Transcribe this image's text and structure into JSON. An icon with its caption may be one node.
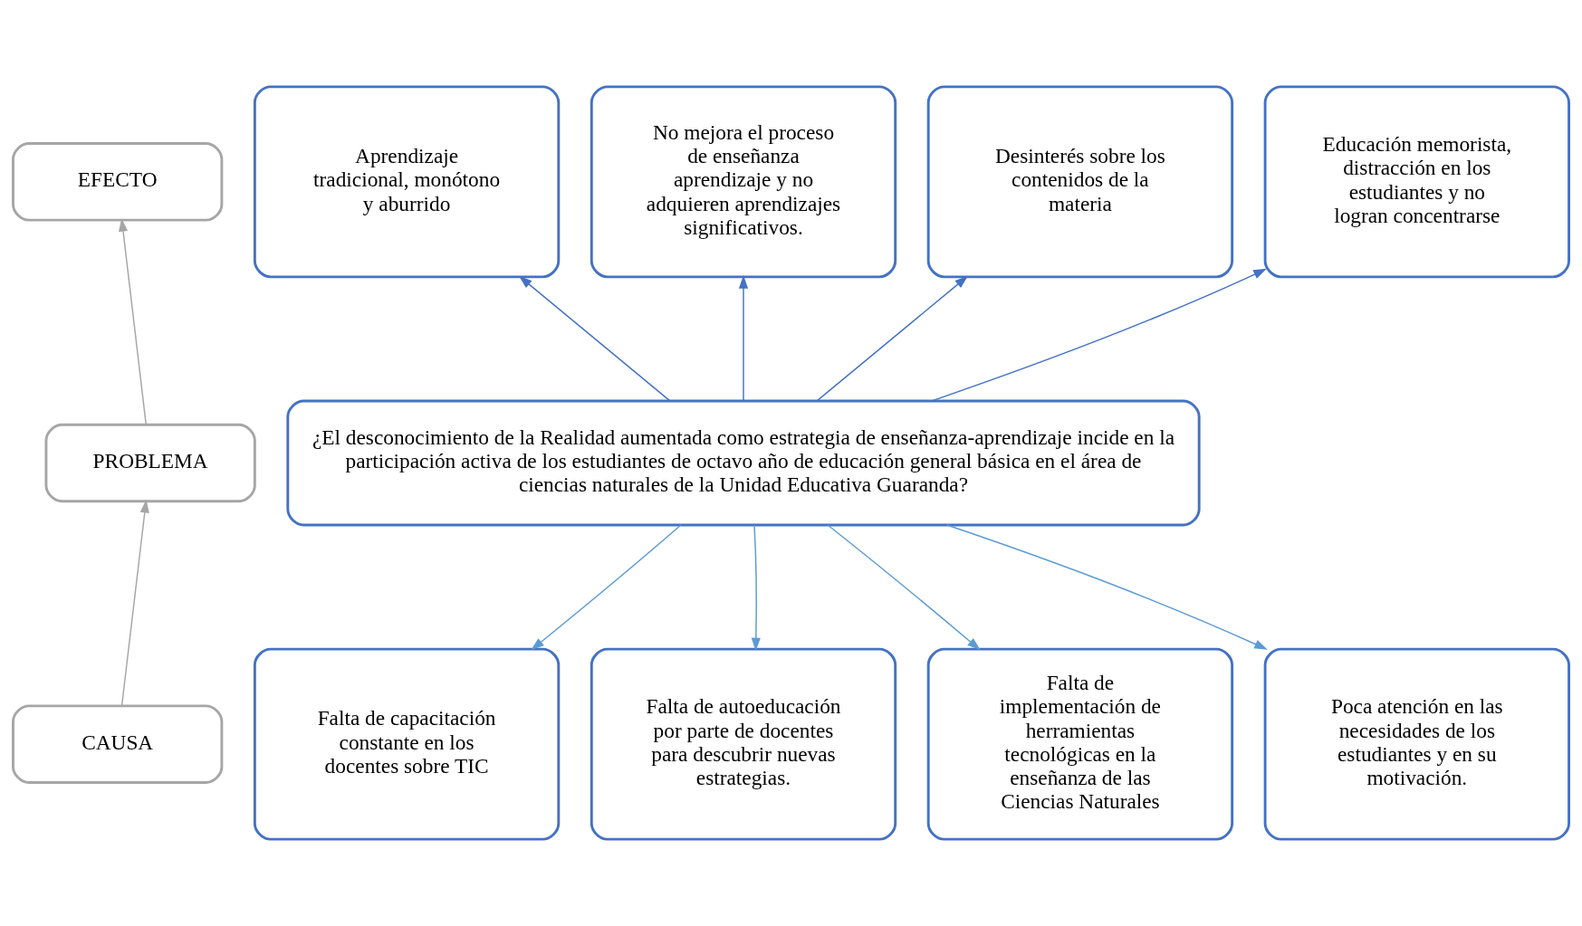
{
  "diagram": {
    "nodes": [
      {
        "text": [
          "EFECTO"
        ]
      },
      {
        "text": [
          "PROBLEMA"
        ]
      },
      {
        "text": [
          "CAUSA"
        ]
      },
      {
        "text": [
          "Aprendizaje tradicional, monótono y aburrido"
        ]
      },
      {
        "text": [
          "No mejora el proceso de enseñanza aprendizaje y no adquieren aprendizajes significativos."
        ]
      },
      {
        "text": [
          "Desinterés sobre los contenidos de la materia"
        ]
      },
      {
        "text": [
          "Educación memorista, distracción en los estudiantes y no logran concentrarse"
        ]
      },
      {
        "text": [
          "¿El desconocimiento de la Realidad aumentada como estrategia de enseñanza-aprendizaje incide en la participación activa de los estudiantes de octavo año de educación general básica en el área de ciencias naturales de la Unidad Educativa Guaranda?"
        ]
      },
      {
        "text": [
          "Falta de capacitación constante en los docentes sobre TIC"
        ]
      },
      {
        "text": [
          "Falta de autoeducación por parte de docentes para descubrir nuevas estrategias."
        ]
      },
      {
        "text": [
          "Falta de implementación de herramientas tecnológicas en la enseñanza de las Ciencias Naturales"
        ]
      },
      {
        "text": [
          "Poca atención en las necesidades de los estudiantes y en su motivación."
        ]
      }
    ],
    "edges": [
      {
        "from": 1,
        "to": 0,
        "arrow": "to",
        "color": "#a6a6a6"
      },
      {
        "from": 2,
        "to": 1,
        "arrow": "to",
        "color": "#a6a6a6"
      },
      {
        "from": 7,
        "to": 3,
        "arrow": "to",
        "color": "#4472c4"
      },
      {
        "from": 7,
        "to": 4,
        "arrow": "to",
        "color": "#4472c4"
      },
      {
        "from": 7,
        "to": 5,
        "arrow": "to",
        "color": "#4472c4"
      },
      {
        "from": 7,
        "to": 6,
        "arrow": "to",
        "color": "#4472c4"
      },
      {
        "from": 7,
        "to": 8,
        "arrow": "to",
        "color": "#5b9bd5"
      },
      {
        "from": 7,
        "to": 9,
        "arrow": "to",
        "color": "#5b9bd5"
      },
      {
        "from": 7,
        "to": 10,
        "arrow": "to",
        "color": "#5b9bd5"
      },
      {
        "from": 7,
        "to": 11,
        "arrow": "to",
        "color": "#5b9bd5"
      }
    ]
  }
}
